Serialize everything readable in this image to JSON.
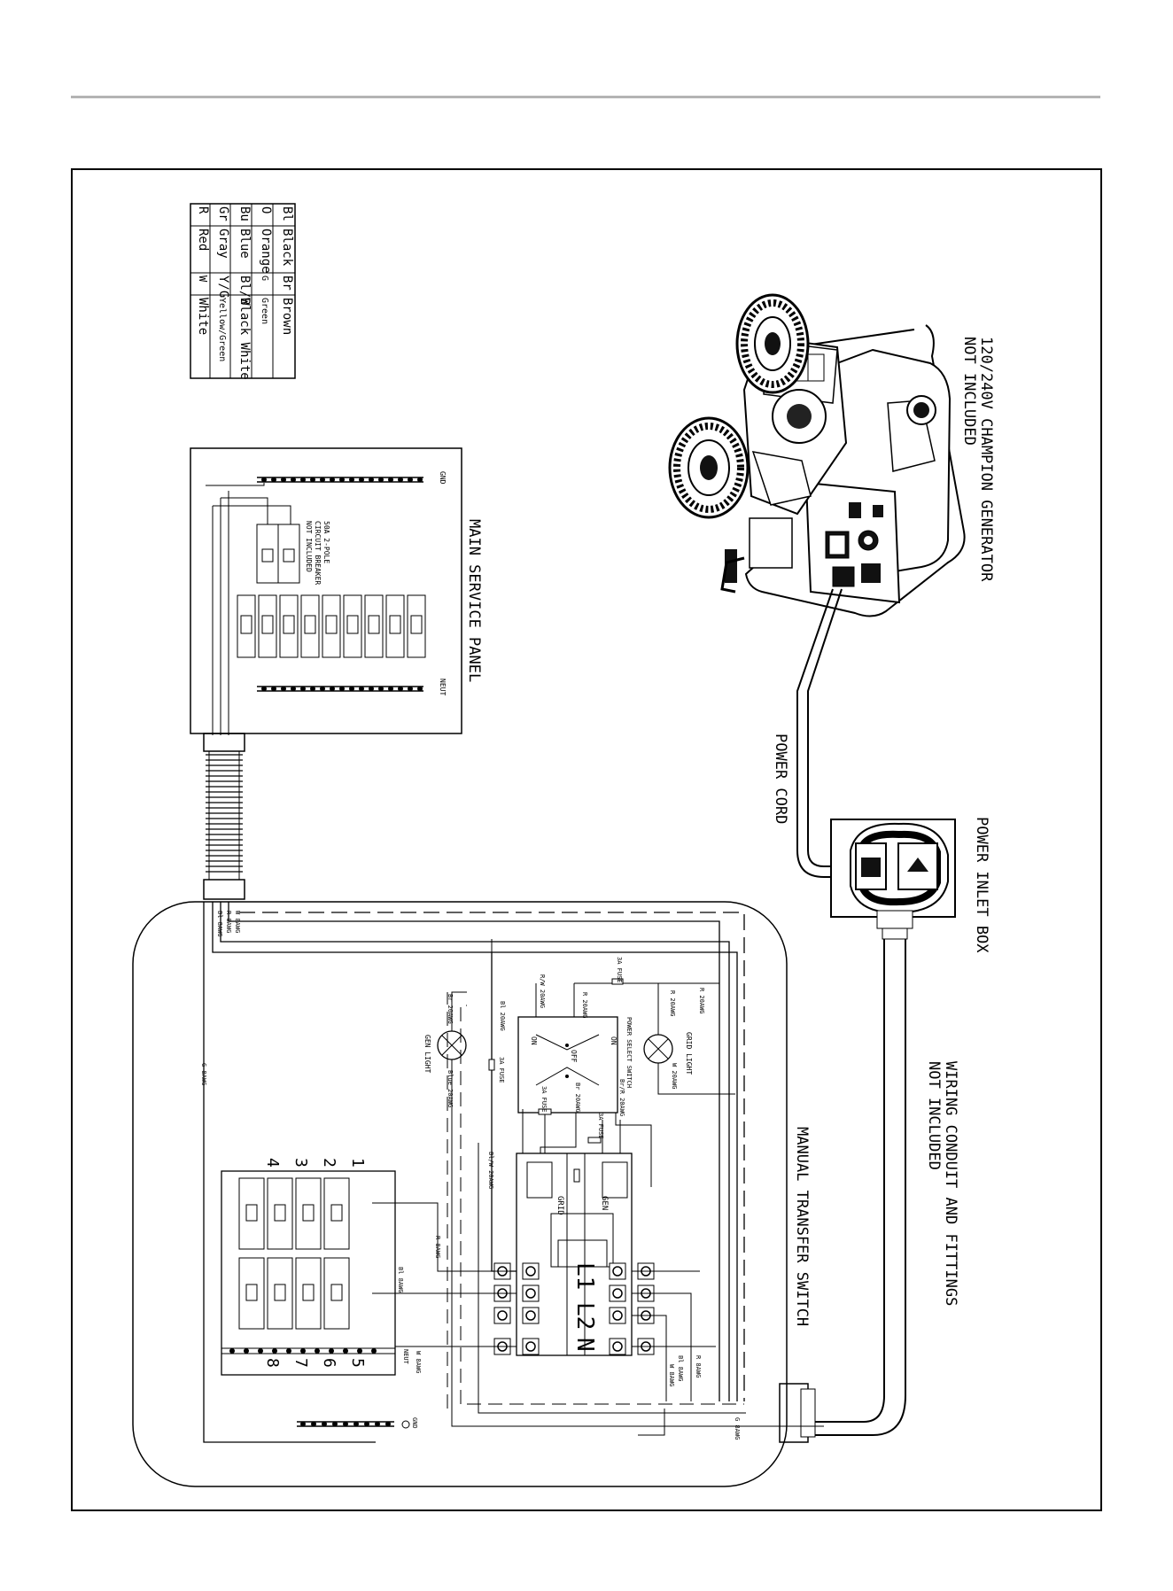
{
  "legend": {
    "rows": [
      {
        "code_a": "Bl",
        "name_a": "Black",
        "code_b": "Br",
        "name_b": "Brown"
      },
      {
        "code_a": "O",
        "name_a": "Orange",
        "code_b": "G",
        "name_b": "Green"
      },
      {
        "code_a": "Bu",
        "name_a": "Blue",
        "code_b": "Bl/W",
        "name_b": "Black White"
      },
      {
        "code_a": "Gr",
        "name_a": "Gray",
        "code_b": "Y/G",
        "name_b": "Yellow/Green"
      },
      {
        "code_a": "R",
        "name_a": "Red",
        "code_b": "W",
        "name_b": "White"
      }
    ]
  },
  "titles": {
    "generator_line1": "120/240V CHAMPION GENERATOR",
    "generator_line2": "NOT INCLUDED",
    "main_service_panel": "MAIN SERVICE PANEL",
    "power_cord": "POWER CORD",
    "power_inlet_box": "POWER INLET BOX",
    "conduit_line1": "WIRING CONDUIT AND FITTINGS",
    "conduit_line2": "NOT INCLUDED",
    "manual_transfer_switch": "MANUAL TRANSFER SWITCH"
  },
  "panel": {
    "gnd": "GND",
    "neut": "NEUT",
    "breaker_line1": "50A 2-POLE",
    "breaker_line2": "CIRCUIT BREAKER",
    "breaker_line3": "NOT INCLUDED"
  },
  "switch_labels": {
    "power_select_switch": "POWER SELECT SWITCH",
    "on_top": "ON",
    "off": "OFF",
    "on_bottom": "ON",
    "grid_light": "GRID LIGHT",
    "gen_light": "GEN LIGHT",
    "fuse_a": "3A FUSE",
    "fuse_b": "3A FUSE",
    "fuse_c": "3A FUSE",
    "fuse_d": "3A FUSE",
    "grid": "GRID",
    "gen": "GEN",
    "l1": "L1",
    "l2": "L2",
    "n": "N",
    "neut": "NEUT",
    "gnd": "GND"
  },
  "wire_labels": {
    "w8": "W 8AWG",
    "r8": "R 8AWG",
    "bl8": "Bl 8AWG",
    "r8_top": "R 8AWG",
    "bl8_top": "Bl 8AWG",
    "w8_top": "W 8AWG",
    "g8": "G 8AWG",
    "g8_right": "G 8AWG",
    "r20_a": "R 20AWG",
    "r20_b": "R 20AWG",
    "r20_c": "R 20AWG",
    "rw20": "R/W 20AWG",
    "bl20": "Bl 20AWG",
    "br20_a": "Br 20AWG",
    "br20_b": "Br 20AWG",
    "brr20": "Br/R 20AWG",
    "w20": "W 20AWG",
    "blue20": "Blue 20AWG",
    "blw20": "Bl/W 20AWG"
  },
  "circuits": {
    "top_numbers": [
      "1",
      "2",
      "3",
      "4"
    ],
    "bottom_numbers": [
      "5",
      "6",
      "7",
      "8"
    ]
  }
}
